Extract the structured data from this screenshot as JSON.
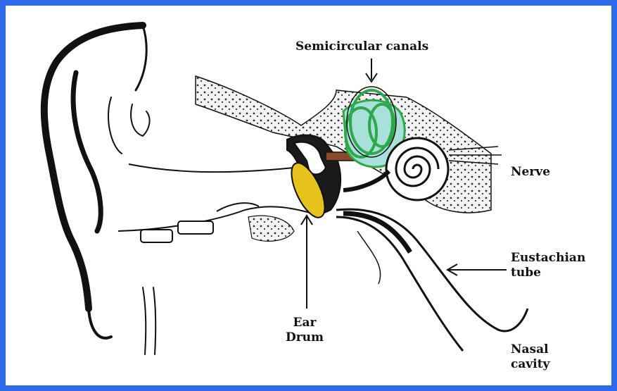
{
  "colors": {
    "frame": "#2f6be8",
    "ear_drum": "#e7c21c",
    "semicircular_canals": "#2da84a",
    "vestibule": "#a9e0da",
    "ossicle": "#8a4a2a",
    "line": "#111111"
  },
  "labels": {
    "semicircular_canals": "Semicircular canals",
    "nerve": "Nerve",
    "eustachian_line1": "Eustachian",
    "eustachian_line2": "tube",
    "ear_drum_line1": "Ear",
    "ear_drum_line2": "Drum",
    "nasal_line1": "Nasal",
    "nasal_line2": "cavity"
  }
}
